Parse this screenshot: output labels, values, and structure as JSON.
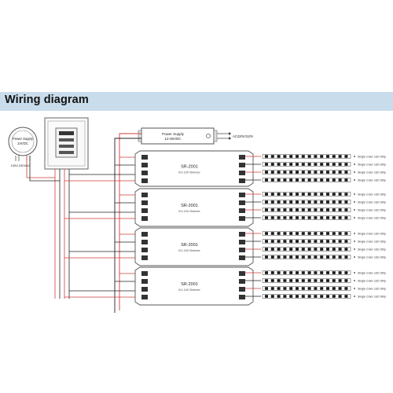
{
  "header": {
    "title": "Wiring diagram"
  },
  "colors": {
    "header_bg": "#c9dceb",
    "wire_red": "#d23a3a",
    "wire_black": "#222222",
    "strip_led": "#1a1a1a",
    "device_outline": "#555555"
  },
  "power_supply_left": {
    "label_line1": "Power Supply",
    "label_line2": "24VDC",
    "input_label": "100V-240VAC"
  },
  "power_supply_top": {
    "label_line1": "Power Supply",
    "label_line2": "12-36VDC",
    "input_label": "AC220V/110V"
  },
  "dimmers": [
    {
      "model": "SR-2001",
      "subtitle": "0/1-10V Dimmer"
    },
    {
      "model": "SR-2001",
      "subtitle": "0/1-10V Dimmer"
    },
    {
      "model": "SR-2001",
      "subtitle": "0/1-10V Dimmer"
    },
    {
      "model": "SR-2001",
      "subtitle": "0/1-10V Dimmer"
    }
  ],
  "strip_label": "Single Color LED Strip"
}
